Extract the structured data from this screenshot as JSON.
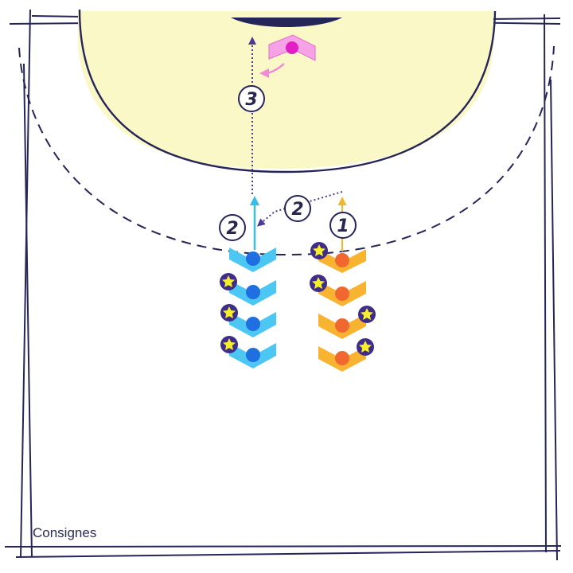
{
  "caption": "Consignes",
  "colors": {
    "line": "#26255a",
    "zone_fill": "#fbf8c7",
    "goal": "#26255a",
    "blue_chevron": "#4cc6f2",
    "blue_player": "#1f6fe0",
    "orange_chevron": "#f8b431",
    "orange_player": "#f06830",
    "pink_chevron": "#f6a2e6",
    "pink_player": "#e11fc4",
    "arrow_blue": "#38bce8",
    "arrow_orange": "#f5b42d",
    "arrow_pass": "#4a3a96",
    "arrow_pink": "#f08ad8",
    "star_fill": "#f6ee2a",
    "star_ring": "#3f2d8a"
  },
  "steps": [
    {
      "id": "step-1",
      "label": "1"
    },
    {
      "id": "step-2-pass",
      "label": "2"
    },
    {
      "id": "step-2-run",
      "label": "2"
    },
    {
      "id": "step-3",
      "label": "3"
    }
  ],
  "players": {
    "blue_column": {
      "count": 4,
      "stars_on": "left"
    },
    "orange_column": {
      "count": 4,
      "stars_on": [
        "left",
        "left",
        "right",
        "right"
      ]
    },
    "goalkeeper": {
      "icon": "goalkeeper-chevron"
    }
  }
}
